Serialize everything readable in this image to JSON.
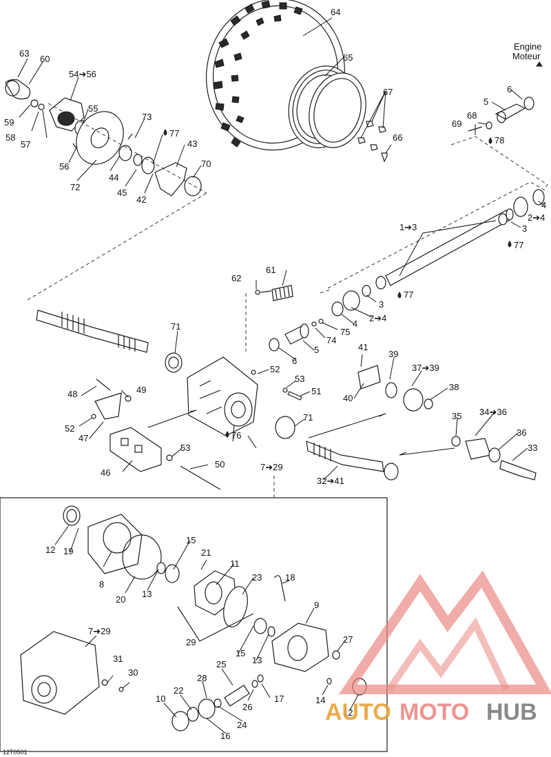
{
  "engine": {
    "line1": "Engine",
    "line2": "Moteur"
  },
  "diagram_code": "12T0501",
  "watermark": {
    "auto": "AUTO",
    "moto": "MOTO",
    "hub": "HUB"
  },
  "callouts": [
    {
      "id": "c64",
      "text": "64"
    },
    {
      "id": "c65",
      "text": "65"
    },
    {
      "id": "c63",
      "text": "63"
    },
    {
      "id": "c60",
      "text": "60"
    },
    {
      "id": "c54",
      "text": "54➔56"
    },
    {
      "id": "c55",
      "text": "55"
    },
    {
      "id": "c59",
      "text": "59"
    },
    {
      "id": "c58",
      "text": "58"
    },
    {
      "id": "c57",
      "text": "57"
    },
    {
      "id": "c73",
      "text": "73"
    },
    {
      "id": "c77a",
      "text": "77"
    },
    {
      "id": "c43",
      "text": "43"
    },
    {
      "id": "c56",
      "text": "56"
    },
    {
      "id": "c44",
      "text": "44"
    },
    {
      "id": "c72",
      "text": "72"
    },
    {
      "id": "c45",
      "text": "45"
    },
    {
      "id": "c42",
      "text": "42"
    },
    {
      "id": "c70",
      "text": "70"
    },
    {
      "id": "c67",
      "text": "67"
    },
    {
      "id": "c66",
      "text": "66"
    },
    {
      "id": "c6a",
      "text": "6"
    },
    {
      "id": "c5a",
      "text": "5"
    },
    {
      "id": "c68",
      "text": "68"
    },
    {
      "id": "c69",
      "text": "69"
    },
    {
      "id": "c78",
      "text": "78"
    },
    {
      "id": "c4a",
      "text": "4"
    },
    {
      "id": "c24a",
      "text": "2➔4"
    },
    {
      "id": "c13a",
      "text": "1➔3"
    },
    {
      "id": "c3a",
      "text": "3"
    },
    {
      "id": "c77b",
      "text": "77"
    },
    {
      "id": "c61",
      "text": "61"
    },
    {
      "id": "c62",
      "text": "62"
    },
    {
      "id": "c3b",
      "text": "3"
    },
    {
      "id": "c77c",
      "text": "77"
    },
    {
      "id": "c24b",
      "text": "2➔4"
    },
    {
      "id": "c4b",
      "text": "4"
    },
    {
      "id": "c75",
      "text": "75"
    },
    {
      "id": "c74",
      "text": "74"
    },
    {
      "id": "c5b",
      "text": "5"
    },
    {
      "id": "c6b",
      "text": "6"
    },
    {
      "id": "c71a",
      "text": "71"
    },
    {
      "id": "c52a",
      "text": "52"
    },
    {
      "id": "c53a",
      "text": "53"
    },
    {
      "id": "c51",
      "text": "51"
    },
    {
      "id": "c41",
      "text": "41"
    },
    {
      "id": "c39",
      "text": "39"
    },
    {
      "id": "c3739",
      "text": "37➔39"
    },
    {
      "id": "c40",
      "text": "40"
    },
    {
      "id": "c38",
      "text": "38"
    },
    {
      "id": "c48",
      "text": "48"
    },
    {
      "id": "c49",
      "text": "49"
    },
    {
      "id": "c52b",
      "text": "52"
    },
    {
      "id": "c47",
      "text": "47"
    },
    {
      "id": "c76",
      "text": "76"
    },
    {
      "id": "c71b",
      "text": "71"
    },
    {
      "id": "c35",
      "text": "35"
    },
    {
      "id": "c3436",
      "text": "34➔36"
    },
    {
      "id": "c36",
      "text": "36"
    },
    {
      "id": "c33",
      "text": "33"
    },
    {
      "id": "c53b",
      "text": "53"
    },
    {
      "id": "c50",
      "text": "50"
    },
    {
      "id": "c46",
      "text": "46"
    },
    {
      "id": "c729",
      "text": "7➔29"
    },
    {
      "id": "c3241",
      "text": "32➔41"
    },
    {
      "id": "c12a",
      "text": "12"
    },
    {
      "id": "c19",
      "text": "19"
    },
    {
      "id": "c8",
      "text": "8"
    },
    {
      "id": "c20",
      "text": "20"
    },
    {
      "id": "c13b",
      "text": "13"
    },
    {
      "id": "c15a",
      "text": "15"
    },
    {
      "id": "c21",
      "text": "21"
    },
    {
      "id": "c11",
      "text": "11"
    },
    {
      "id": "c23",
      "text": "23"
    },
    {
      "id": "c18",
      "text": "18"
    },
    {
      "id": "c9",
      "text": "9"
    },
    {
      "id": "c29",
      "text": "29"
    },
    {
      "id": "c15b",
      "text": "15"
    },
    {
      "id": "c13c",
      "text": "13"
    },
    {
      "id": "c27",
      "text": "27"
    },
    {
      "id": "c729b",
      "text": "7➔29"
    },
    {
      "id": "c31",
      "text": "31"
    },
    {
      "id": "c30",
      "text": "30"
    },
    {
      "id": "c25",
      "text": "25"
    },
    {
      "id": "c28",
      "text": "28"
    },
    {
      "id": "c10",
      "text": "10"
    },
    {
      "id": "c22",
      "text": "22"
    },
    {
      "id": "c26",
      "text": "26"
    },
    {
      "id": "c17",
      "text": "17"
    },
    {
      "id": "c14",
      "text": "14"
    },
    {
      "id": "c12b",
      "text": "12"
    },
    {
      "id": "c24",
      "text": "24"
    },
    {
      "id": "c16",
      "text": "16"
    }
  ]
}
